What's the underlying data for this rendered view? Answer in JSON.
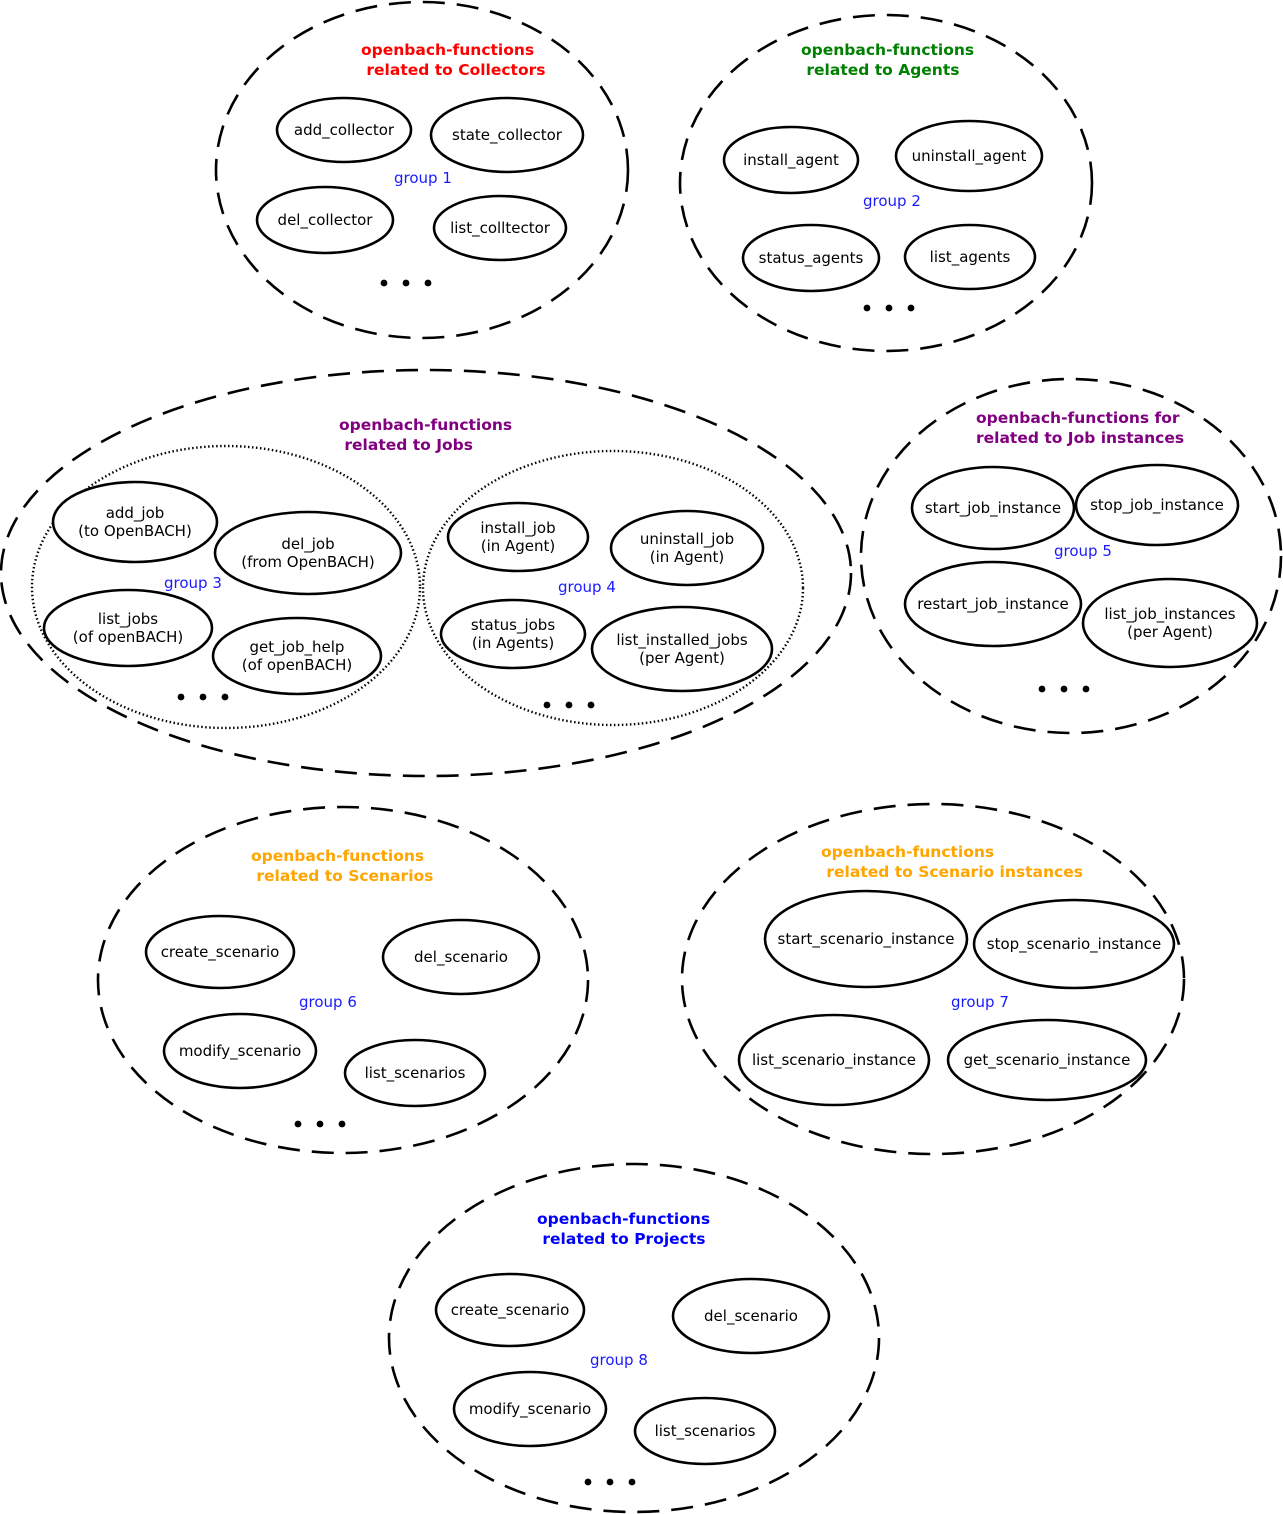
{
  "colors": {
    "collectors": "#ff0000",
    "agents": "#008000",
    "jobs": "#800080",
    "scenarios": "#ffa500",
    "projects": "#0000ff",
    "group_label": "#1a1aff",
    "stroke": "#000000"
  },
  "groups": {
    "collectors": {
      "title": [
        "openbach-functions",
        " related to Collectors"
      ],
      "group_label": "group 1",
      "functions": [
        [
          "add_collector"
        ],
        [
          "state_collector"
        ],
        [
          "del_collector"
        ],
        [
          "list_colltector"
        ]
      ]
    },
    "agents": {
      "title": [
        "openbach-functions",
        " related to Agents"
      ],
      "group_label": "group 2",
      "functions": [
        [
          "install_agent"
        ],
        [
          "uninstall_agent"
        ],
        [
          "status_agents"
        ],
        [
          "list_agents"
        ]
      ]
    },
    "jobs": {
      "title": [
        "openbach-functions",
        " related to Jobs"
      ],
      "group3_label": "group 3",
      "group3_functions": [
        [
          "add_job",
          "(to OpenBACH)"
        ],
        [
          "del_job",
          "(from OpenBACH)"
        ],
        [
          "list_jobs",
          "(of openBACH)"
        ],
        [
          "get_job_help",
          "(of openBACH)"
        ]
      ],
      "group4_label": "group 4",
      "group4_functions": [
        [
          "install_job",
          "(in Agent)"
        ],
        [
          "uninstall_job",
          "(in Agent)"
        ],
        [
          "status_jobs",
          "(in Agents)"
        ],
        [
          "list_installed_jobs",
          "(per Agent)"
        ]
      ]
    },
    "job_instances": {
      "title": [
        "openbach-functions for",
        "related to Job instances"
      ],
      "group_label": "group 5",
      "functions": [
        [
          "start_job_instance"
        ],
        [
          "stop_job_instance"
        ],
        [
          "restart_job_instance"
        ],
        [
          "list_job_instances",
          "(per Agent)"
        ]
      ]
    },
    "scenarios": {
      "title": [
        "openbach-functions",
        " related to Scenarios"
      ],
      "group_label": "group 6",
      "functions": [
        [
          "create_scenario"
        ],
        [
          "del_scenario"
        ],
        [
          "modify_scenario"
        ],
        [
          "list_scenarios"
        ]
      ]
    },
    "scenario_instances": {
      "title": [
        "openbach-functions",
        " related to Scenario instances"
      ],
      "group_label": "group 7",
      "functions": [
        [
          "start_scenario_instance"
        ],
        [
          "stop_scenario_instance"
        ],
        [
          "list_scenario_instance"
        ],
        [
          "get_scenario_instance"
        ]
      ]
    },
    "projects": {
      "title": [
        "openbach-functions",
        " related to Projects"
      ],
      "group_label": "group 8",
      "functions": [
        [
          "create_scenario"
        ],
        [
          "del_scenario"
        ],
        [
          "modify_scenario"
        ],
        [
          "list_scenarios"
        ]
      ]
    }
  }
}
